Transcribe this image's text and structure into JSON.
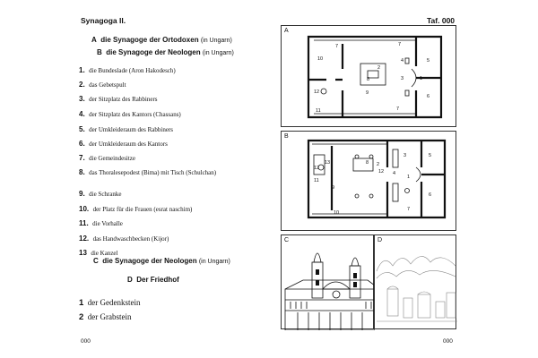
{
  "header": {
    "left": "Synagoga II.",
    "right": "Taf. 000"
  },
  "footer": {
    "left": "000",
    "right": "000"
  },
  "legend": {
    "heading_a": {
      "letter": "A",
      "text": "die Synagoge der Ortodoxen",
      "note": "(in Ungarn)"
    },
    "heading_b": {
      "letter": "B",
      "text": "die Synagoge der Neologen",
      "note": "(in Ungarn)"
    },
    "items": [
      {
        "num": "1.",
        "text": "die Bundeslade (Aron Hakodesch)"
      },
      {
        "num": "2.",
        "text": "das Gebetspult"
      },
      {
        "num": "3.",
        "text": "der Sitzplatz des Rabbiners"
      },
      {
        "num": "4.",
        "text": "der Sitzplatz des Kantors (Chassans)"
      },
      {
        "num": "5.",
        "text": "der Umkleideraum des Rabbiners"
      },
      {
        "num": "6.",
        "text": "der Umkleideraum des Kantors"
      },
      {
        "num": "7.",
        "text": "die Gemeindesitze"
      },
      {
        "num": "8.",
        "text": "das Thoralesepodest (Bima) mit Tisch (Schulchan)"
      },
      {
        "num": "9.",
        "text": "die Schranke"
      },
      {
        "num": "10.",
        "text": "der Platz für die Frauen (esrat naschim)"
      },
      {
        "num": "11.",
        "text": "die Vorhalle"
      },
      {
        "num": "12.",
        "text": "das Handwaschbecken (Kijor)"
      },
      {
        "num": "13",
        "text": "die Kanzel"
      }
    ],
    "heading_c": {
      "letter": "C",
      "text": "die Synagoge der Neologen",
      "note": "(in Ungarn)"
    },
    "heading_d": {
      "letter": "D",
      "text": "Der Friedhof"
    },
    "cemetery": [
      {
        "num": "1",
        "text": "der Gedenkstein"
      },
      {
        "num": "2",
        "text": "der Grabstein"
      }
    ]
  },
  "panels": {
    "a": {
      "letter": "A",
      "labels": [
        "10",
        "7",
        "4",
        "5",
        "1",
        "3",
        "8",
        "2",
        "12",
        "9",
        "11",
        "7",
        "6",
        "7"
      ]
    },
    "b": {
      "letter": "B",
      "labels": [
        "12",
        "13",
        "11",
        "9",
        "8",
        "2",
        "3",
        "5",
        "1",
        "4",
        "6",
        "7",
        "10",
        "12"
      ]
    },
    "c": {
      "letter": "C"
    },
    "d": {
      "letter": "D"
    }
  }
}
